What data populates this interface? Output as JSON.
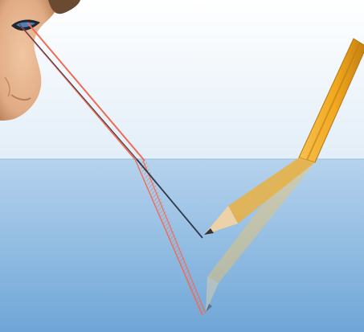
{
  "scene": {
    "subject": "refraction-of-pencil-in-water",
    "colors": {
      "air_top": "#ffffff",
      "air_bottom": "#e2eef8",
      "water_top": "#b6d3ed",
      "water_bottom": "#6fa6d7",
      "surface_line": "#a7c8e4",
      "light_ray": "#f06a55",
      "sight_line": "#2e3a4a",
      "pencil_body": "#f0a81e",
      "pencil_shade": "#c27d10",
      "pencil_wood": "#ecd2a6",
      "graphite": "#333333",
      "skin": "#e0ab84",
      "skin_shadow": "#b77e58",
      "hair": "#6b4a32"
    },
    "elements": [
      "viewer-nose-icon",
      "eye-icon",
      "pencil-icon",
      "water",
      "light-ray",
      "sight-line"
    ]
  }
}
